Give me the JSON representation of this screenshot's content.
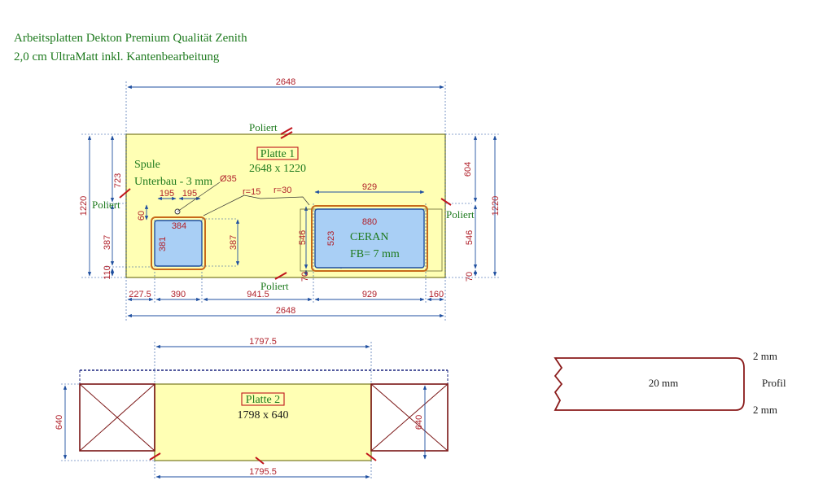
{
  "header": {
    "line1": "Arbeitsplatten Dekton Premium Qualität Zenith",
    "line2": "2,0 cm UltraMatt inkl. Kantenbearbeitung"
  },
  "plate1": {
    "name": "Platte 1",
    "size": "2648 x 1220",
    "poliert_top": "Poliert",
    "poliert_left": "Poliert",
    "poliert_right": "Poliert",
    "poliert_bottom": "Poliert",
    "sink_title": "Spule",
    "sink_mount": "Unterbau - 3 mm",
    "hole": "Ø35",
    "radius_sink": "r=15",
    "radius_hob": "r=30",
    "hob_title": "CERAN",
    "hob_fb": "FB= 7 mm",
    "dims": {
      "top_total": "2648",
      "bottom_total": "2648",
      "left_height": "1220",
      "right_height": "1220",
      "left_723": "723",
      "right_604": "604",
      "sink_195a": "195",
      "sink_195b": "195",
      "sink_60": "60",
      "sink_384": "384",
      "sink_381": "381",
      "sink_387_left": "387",
      "sink_387_right": "387",
      "left_110": "110",
      "hob_929_top": "929",
      "hob_880": "880",
      "hob_523": "523",
      "hob_546_left": "546",
      "hob_546_right": "546",
      "hob_70_left": "70",
      "hob_70_right": "70",
      "bot_227_5": "227.5",
      "bot_390": "390",
      "bot_941_5": "941.5",
      "bot_929": "929",
      "bot_160": "160"
    }
  },
  "plate2": {
    "name": "Platte 2",
    "size": "1798 x 640",
    "dims": {
      "top": "1797.5",
      "bottom": "1795.5",
      "left": "640",
      "right": "640"
    }
  },
  "profile": {
    "thickness": "20 mm",
    "top_edge": "2 mm",
    "bottom_edge": "2 mm",
    "label": "Profil"
  }
}
